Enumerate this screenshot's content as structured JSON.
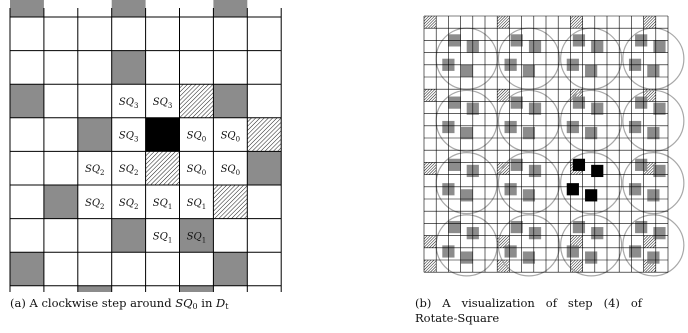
{
  "panel_a": {
    "cell_labels": [
      {
        "text": "SQ",
        "sub": "3",
        "row": 2,
        "col": 3
      },
      {
        "text": "SQ",
        "sub": "3",
        "row": 2,
        "col": 4
      },
      {
        "text": "SQ",
        "sub": "3",
        "row": 3,
        "col": 3
      },
      {
        "text": "SQ",
        "sub": "0",
        "row": 3,
        "col": 5
      },
      {
        "text": "SQ",
        "sub": "0",
        "row": 3,
        "col": 6
      },
      {
        "text": "SQ",
        "sub": "2",
        "row": 4,
        "col": 2
      },
      {
        "text": "SQ",
        "sub": "2",
        "row": 4,
        "col": 3
      },
      {
        "text": "SQ",
        "sub": "0",
        "row": 4,
        "col": 5
      },
      {
        "text": "SQ",
        "sub": "0",
        "row": 4,
        "col": 6
      },
      {
        "text": "SQ",
        "sub": "2",
        "row": 5,
        "col": 2
      },
      {
        "text": "SQ",
        "sub": "2",
        "row": 5,
        "col": 3
      },
      {
        "text": "SQ",
        "sub": "1",
        "row": 5,
        "col": 4
      },
      {
        "text": "SQ",
        "sub": "1",
        "row": 5,
        "col": 5
      },
      {
        "text": "SQ",
        "sub": "1",
        "row": 6,
        "col": 4
      },
      {
        "text": "SQ",
        "sub": "1",
        "row": 6,
        "col": 5
      }
    ],
    "caption": {
      "prefix": "(a) A clockwise step around ",
      "sq": "SQ",
      "sq_sub": "0",
      "mid": " in ",
      "d": "D",
      "d_sub": "t"
    }
  },
  "panel_b": {
    "caption_line1": "(b)   A   visualization   of   step   (4)   of",
    "caption_line2": "Rotate-Square"
  },
  "colors": {
    "gray": "#8c8c8c",
    "black": "#000000",
    "grid": "#000000",
    "circle": "#a8a8a8"
  }
}
